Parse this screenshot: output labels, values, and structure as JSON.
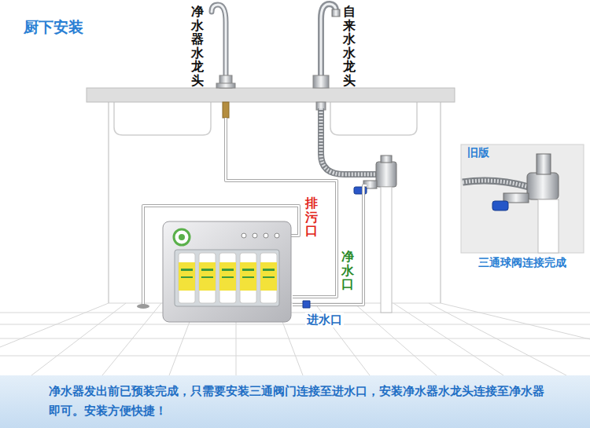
{
  "diagram": {
    "title": "厨下安装",
    "caption": "净水器发出前已预装完成，只需要安装三通阀门连接至进水口，安装净水器水龙头连接至净水器即可。安装方便快捷！",
    "nodes": [
      {
        "text": [
          "净水器水龙头"
        ]
      },
      {
        "text": [
          "自来水水龙头"
        ]
      },
      {
        "text": [
          "旧版",
          "三通球阀连接完成"
        ]
      }
    ],
    "labels": [
      "排污口",
      "净水口",
      "进水口"
    ]
  }
}
